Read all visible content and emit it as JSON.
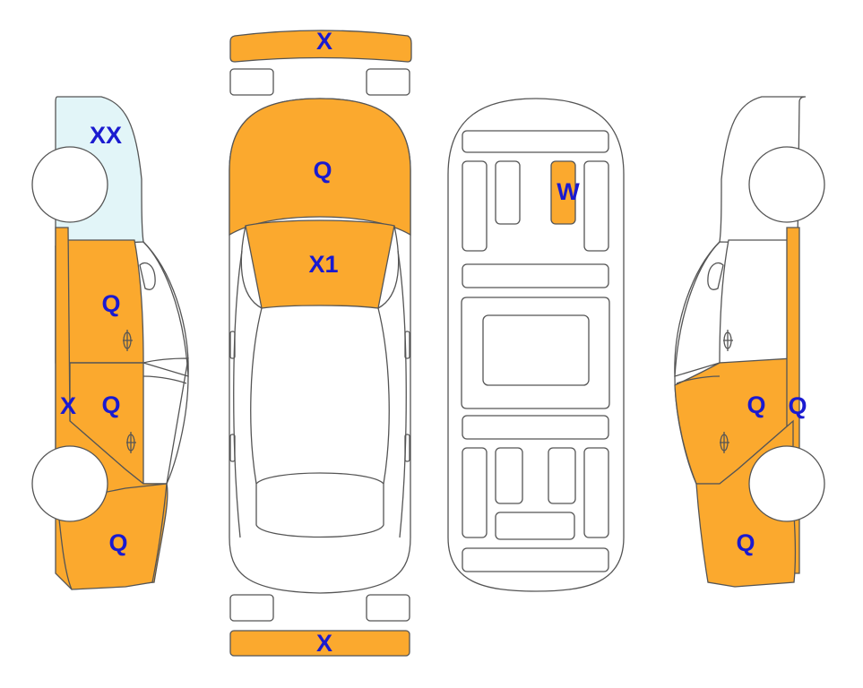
{
  "colors": {
    "damage": "#fba92e",
    "glass": "#e2f5f8",
    "label": "#1a1ad0",
    "outline": "#555555",
    "background": "#ffffff"
  },
  "views": {
    "front_bumper": {
      "code": "X"
    },
    "hood": {
      "code": "Q"
    },
    "windshield": {
      "code": "X1"
    },
    "rear_bumper": {
      "code": "X"
    },
    "floor_pan": {
      "code": "W"
    },
    "left_side": {
      "rear_quarter_glass": "XX",
      "rear_door": "Q",
      "front_door": "Q",
      "rocker_panel": "X",
      "front_fender": "Q"
    },
    "right_side": {
      "front_door": "Q",
      "rocker_panel": "Q",
      "front_fender": "Q"
    }
  }
}
